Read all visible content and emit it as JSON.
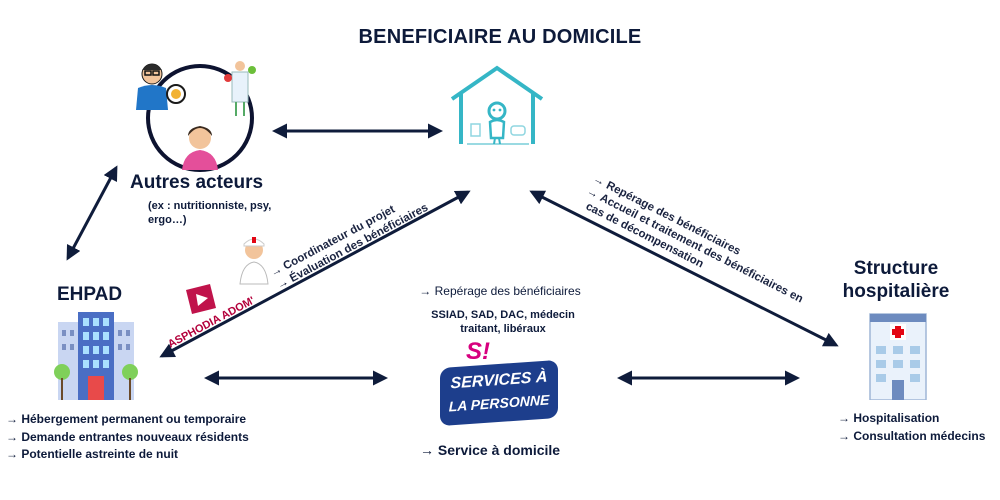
{
  "title": "BENEFICIAIRE AU DOMICILE",
  "colors": {
    "text": "#0d1a3a",
    "arrow": "#0f1c3b",
    "teal": "#35b6c6",
    "brand_blue": "#1d3e8c",
    "brand_pink": "#d7007f",
    "asphodia_red": "#b3003b",
    "hospital_red": "#e30613"
  },
  "autres_acteurs": {
    "label": "Autres acteurs",
    "sub_line1": "(ex : nutritionniste, psy,",
    "sub_line2": "ergo…)"
  },
  "ehpad": {
    "label": "EHPAD",
    "items": [
      "Hébergement permanent ou temporaire",
      "Demande entrantes nouveaux résidents",
      "Potentielle astreinte de nuit"
    ]
  },
  "structure": {
    "label_line1": "Structure",
    "label_line2": "hospitalière",
    "items": [
      "Hospitalisation",
      "Consultation médecins"
    ]
  },
  "asphodia": {
    "brand": "ASPHODIA ADOM'",
    "items": [
      "Coordinateur du projet",
      "Évaluation des bénéficiaires"
    ]
  },
  "hospital_link": {
    "items": [
      "Repérage  des bénéficiaires",
      "Accueil et traitement  des bénéficiaires en",
      "cas de décompensation"
    ]
  },
  "sap": {
    "note": "Repérage  des bénéficiaires",
    "partners_line1": "SSIAD, SAD, DAC, médecin",
    "partners_line2": "traitant,  libéraux",
    "logo_mark": "S!",
    "logo_line1": "SERVICES À",
    "logo_line2": "LA PERSONNE",
    "service": "Service à domicile"
  }
}
